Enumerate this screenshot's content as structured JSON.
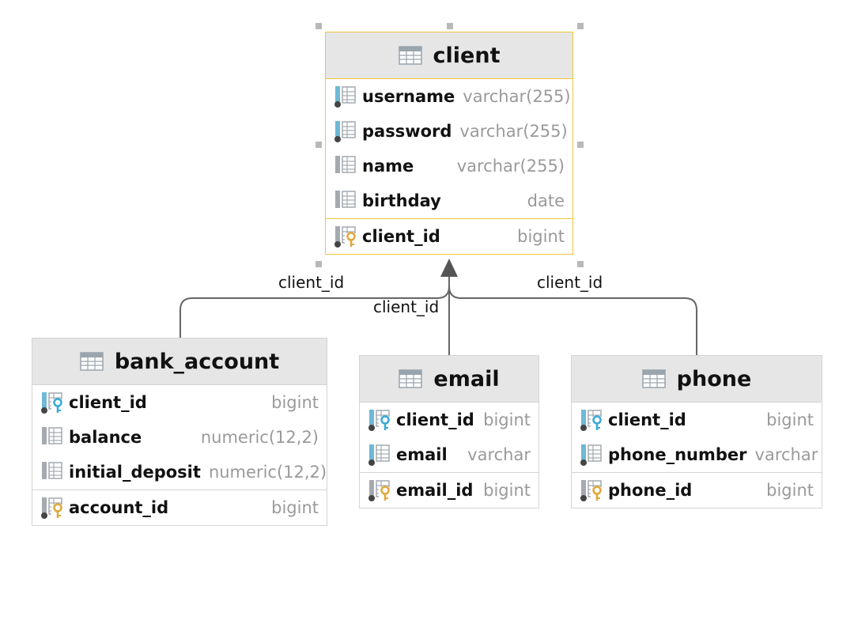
{
  "entities": {
    "client": {
      "title": "client",
      "columns": [
        {
          "name": "username",
          "type": "varchar(255)",
          "icon": "column-index-icon"
        },
        {
          "name": "password",
          "type": "varchar(255)",
          "icon": "column-index-icon"
        },
        {
          "name": "name",
          "type": "varchar(255)",
          "icon": "column-icon"
        },
        {
          "name": "birthday",
          "type": "date",
          "icon": "column-icon"
        }
      ],
      "primary_key": [
        {
          "name": "client_id",
          "type": "bigint",
          "icon": "primary-key-icon"
        }
      ]
    },
    "bank_account": {
      "title": "bank_account",
      "columns": [
        {
          "name": "client_id",
          "type": "bigint",
          "icon": "foreign-key-icon"
        },
        {
          "name": "balance",
          "type": "numeric(12,2)",
          "icon": "column-icon"
        },
        {
          "name": "initial_deposit",
          "type": "numeric(12,2)",
          "icon": "column-icon"
        }
      ],
      "primary_key": [
        {
          "name": "account_id",
          "type": "bigint",
          "icon": "primary-key-icon"
        }
      ]
    },
    "email": {
      "title": "email",
      "columns": [
        {
          "name": "client_id",
          "type": "bigint",
          "icon": "foreign-key-icon"
        },
        {
          "name": "email",
          "type": "varchar",
          "icon": "column-index-icon"
        }
      ],
      "primary_key": [
        {
          "name": "email_id",
          "type": "bigint",
          "icon": "primary-key-icon"
        }
      ]
    },
    "phone": {
      "title": "phone",
      "columns": [
        {
          "name": "client_id",
          "type": "bigint",
          "icon": "foreign-key-icon"
        },
        {
          "name": "phone_number",
          "type": "varchar",
          "icon": "column-index-icon"
        }
      ],
      "primary_key": [
        {
          "name": "phone_id",
          "type": "bigint",
          "icon": "primary-key-icon"
        }
      ]
    }
  },
  "links": {
    "bank_account": "client_id",
    "email": "client_id",
    "phone": "client_id"
  },
  "colors": {
    "selection_border": "#f2c53a",
    "header_bg": "#e6e6e6",
    "type_text": "#9a9a9a",
    "link_line": "#666666",
    "pk_key": "#e0a83a",
    "fk_key": "#3aa9d8"
  }
}
